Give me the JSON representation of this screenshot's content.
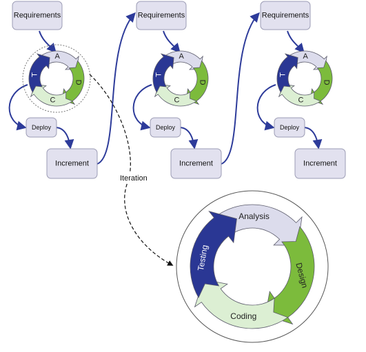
{
  "colors": {
    "box_fill": "#e2e1ef",
    "box_stroke": "#9b9bb4",
    "arrow_blue": "#2d3b9a",
    "analysis_fill": "#dcdcec",
    "design_fill": "#7cbb3c",
    "coding_fill": "#dcefd3",
    "testing_fill": "#2a3794",
    "cycle_stroke": "#5a5a6a"
  },
  "increments": [
    {
      "requirements_label": "Requirements",
      "deploy_label": "Deploy",
      "increment_label": "Increment",
      "cycle": {
        "a": "A",
        "d": "D",
        "c": "C",
        "t": "T"
      }
    },
    {
      "requirements_label": "Requirements",
      "deploy_label": "Deploy",
      "increment_label": "Increment",
      "cycle": {
        "a": "A",
        "d": "D",
        "c": "C",
        "t": "T"
      }
    },
    {
      "requirements_label": "Requirements",
      "deploy_label": "Deploy",
      "increment_label": "Increment",
      "cycle": {
        "a": "A",
        "d": "D",
        "c": "C",
        "t": "T"
      }
    }
  ],
  "iteration_label": "Iteration",
  "detail_cycle": {
    "analysis": "Analysis",
    "design": "Design",
    "coding": "Coding",
    "testing": "Testing"
  }
}
